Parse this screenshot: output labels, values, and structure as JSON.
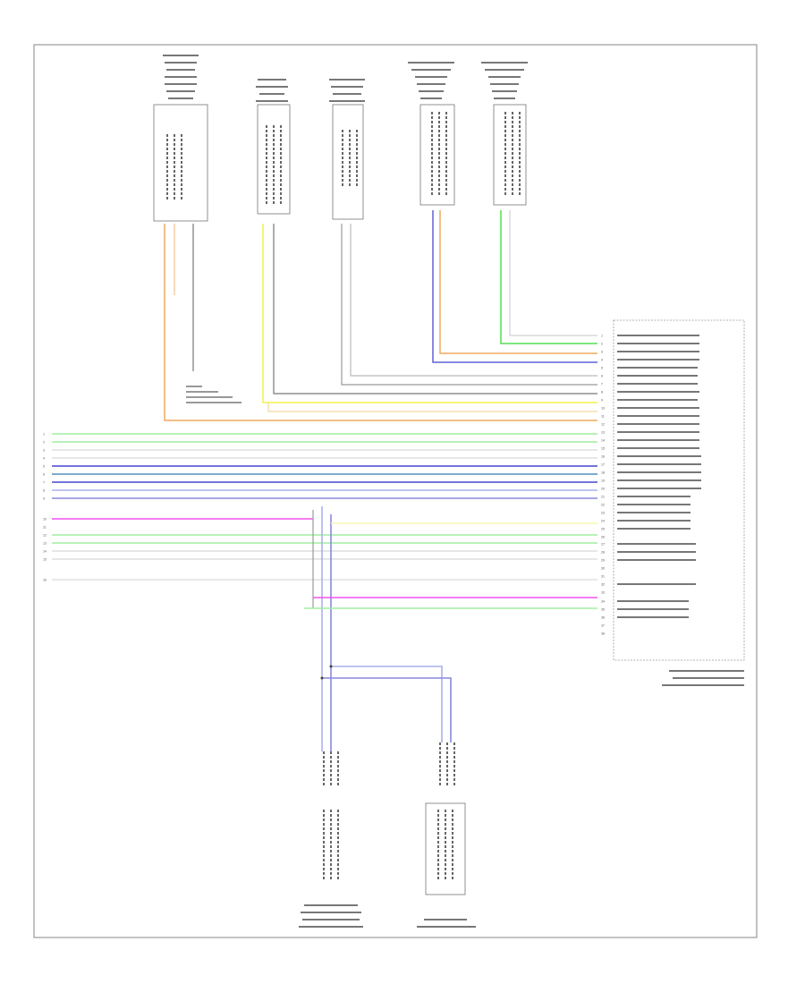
{
  "figure_label": "",
  "left_pins": [
    "1",
    "2",
    "3",
    "4",
    "5",
    "6",
    "7",
    "8",
    "9",
    "10",
    "11",
    "12",
    "13",
    "14",
    "15",
    "16"
  ],
  "right_pins": [
    "1",
    "2",
    "3",
    "4",
    "5",
    "6",
    "7",
    "8",
    "9",
    "10",
    "11",
    "12",
    "13",
    "14",
    "15",
    "16",
    "17",
    "18",
    "19",
    "20",
    "21",
    "22",
    "23",
    "24",
    "25",
    "26",
    "27",
    "28",
    "29",
    "30",
    "31",
    "32",
    "33",
    "34",
    "35",
    "36",
    "37",
    "38"
  ],
  "colors": {
    "frame": "#9a9a9a",
    "yellow": "#f2f24a",
    "orange": "#f0a860",
    "green": "#50e050",
    "blue": "#6060d8",
    "pink": "#f050f0",
    "gray": "#9a9a9a",
    "lightgreen": "#a0eea0"
  }
}
